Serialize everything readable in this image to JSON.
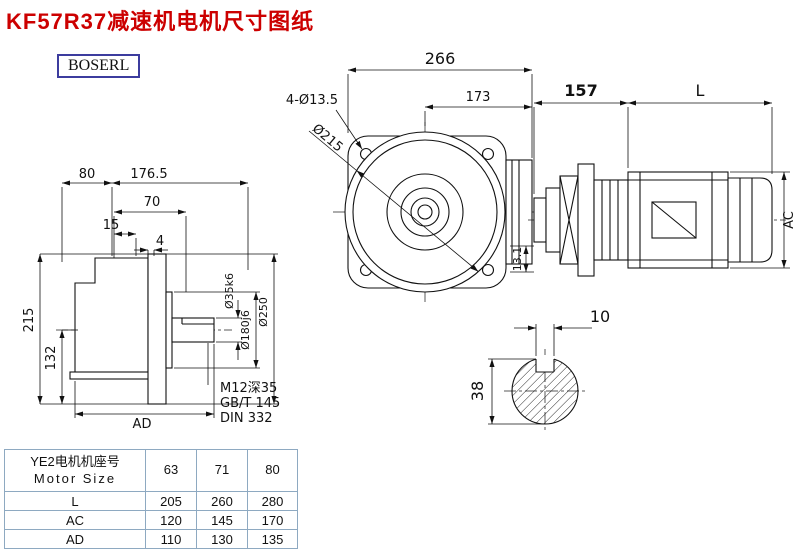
{
  "page": {
    "title": "KF57R37减速机电机尺寸图纸",
    "brand": "BOSERL"
  },
  "colors": {
    "title_red": "#cc0000",
    "brand_border": "#3c3c9e",
    "table_border": "#8ea9c1",
    "ink": "#111111"
  },
  "front_view": {
    "dim_overall": "266",
    "dim_173": "173",
    "holes": "4-Ø13.5",
    "flange_dia": "Ø215",
    "dim_13_1": "13.1"
  },
  "side_view": {
    "dim_80": "80",
    "dim_176_5": "176.5",
    "dim_70": "70",
    "dim_15": "15",
    "dim_4": "4",
    "dim_215": "215",
    "dim_132": "132",
    "dim_ad": "AD",
    "shaft_dia": "Ø35k6",
    "pilot_dia": "Ø180j6",
    "flange_od": "Ø250",
    "note1": "M12深35",
    "note2": "GB/T 145",
    "note3": "DIN 332"
  },
  "motor_view": {
    "dim_157": "157",
    "dim_l": "L",
    "dim_ac": "AC"
  },
  "shaft_section": {
    "key_width": "10",
    "dia": "38"
  },
  "table": {
    "header": {
      "cn": "YE2电机机座号",
      "en": "Motor Size",
      "sizes": [
        "63",
        "71",
        "80"
      ]
    },
    "rows": [
      {
        "label": "L",
        "values": [
          "205",
          "260",
          "280"
        ]
      },
      {
        "label": "AC",
        "values": [
          "120",
          "145",
          "170"
        ]
      },
      {
        "label": "AD",
        "values": [
          "110",
          "130",
          "135"
        ]
      }
    ]
  }
}
